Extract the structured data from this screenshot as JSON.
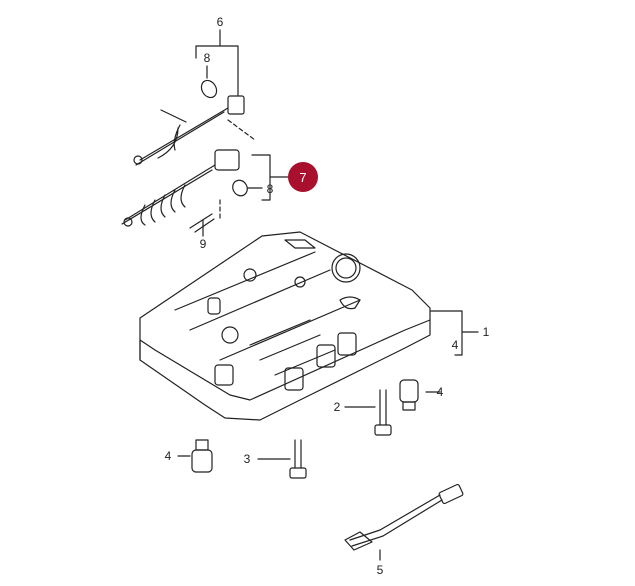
{
  "colors": {
    "highlight": "#a8102e",
    "line": "#222222"
  },
  "callouts": [
    {
      "id": "6",
      "label": "6"
    },
    {
      "id": "8a",
      "label": "8"
    },
    {
      "id": "7",
      "label": "7",
      "highlighted": true
    },
    {
      "id": "8b",
      "label": "8"
    },
    {
      "id": "9",
      "label": "9"
    },
    {
      "id": "1",
      "label": "1"
    },
    {
      "id": "4a",
      "label": "4"
    },
    {
      "id": "4b",
      "label": "4"
    },
    {
      "id": "2",
      "label": "2"
    },
    {
      "id": "4c",
      "label": "4"
    },
    {
      "id": "3",
      "label": "3"
    },
    {
      "id": "5",
      "label": "5"
    }
  ]
}
